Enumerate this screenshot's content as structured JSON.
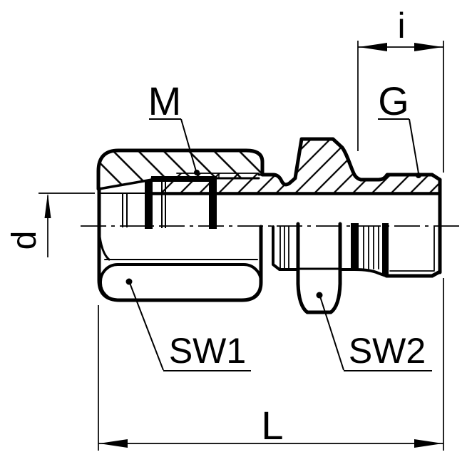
{
  "figure": {
    "labels": {
      "thread_length": "i",
      "nut_thread": "M",
      "stud_thread": "G",
      "bore_diameter": "d",
      "wrench_flat_1": "SW1",
      "wrench_flat_2": "SW2",
      "overall_length": "L"
    },
    "colors": {
      "line": "#000000",
      "background": "#ffffff"
    }
  }
}
